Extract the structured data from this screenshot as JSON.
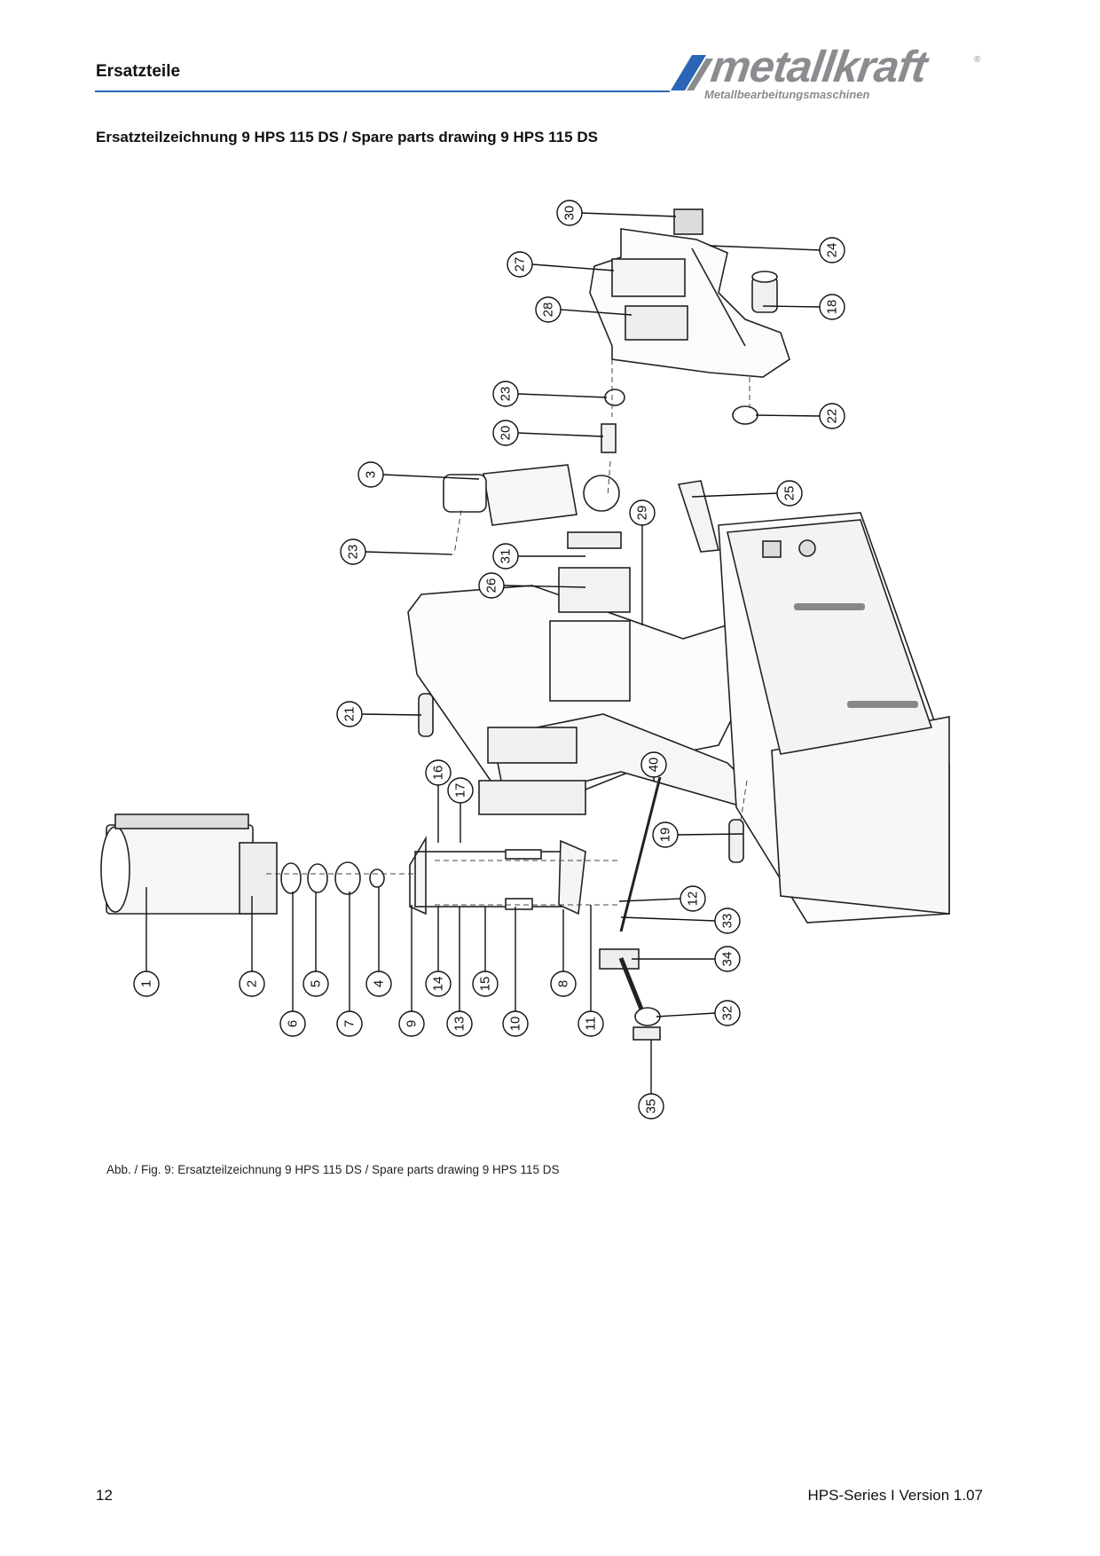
{
  "header": {
    "section_title": "Ersatzteile",
    "logo_text": "metallkraft",
    "logo_registered": "®",
    "logo_tagline": "Metallbearbeitungsmaschinen",
    "accent_color": "#2a66b5",
    "logo_color": "#8a8c8f"
  },
  "document": {
    "title": "Ersatzteilzeichnung 9 HPS 115 DS / Spare parts drawing 9 HPS 115 DS",
    "caption": "Abb. / Fig.  9: Ersatzteilzeichnung 9 HPS 115 DS / Spare parts drawing 9 HPS 115 DS"
  },
  "drawing": {
    "callouts": [
      "30",
      "27",
      "24",
      "28",
      "18",
      "23",
      "22",
      "20",
      "3",
      "25",
      "29",
      "31",
      "23",
      "26",
      "21",
      "16",
      "17",
      "40",
      "19",
      "12",
      "33",
      "34",
      "32",
      "35",
      "1",
      "2",
      "6",
      "5",
      "7",
      "4",
      "9",
      "14",
      "13",
      "15",
      "10",
      "8",
      "11"
    ]
  },
  "footer": {
    "page_number": "12",
    "version": "HPS-Series I Version 1.07"
  }
}
